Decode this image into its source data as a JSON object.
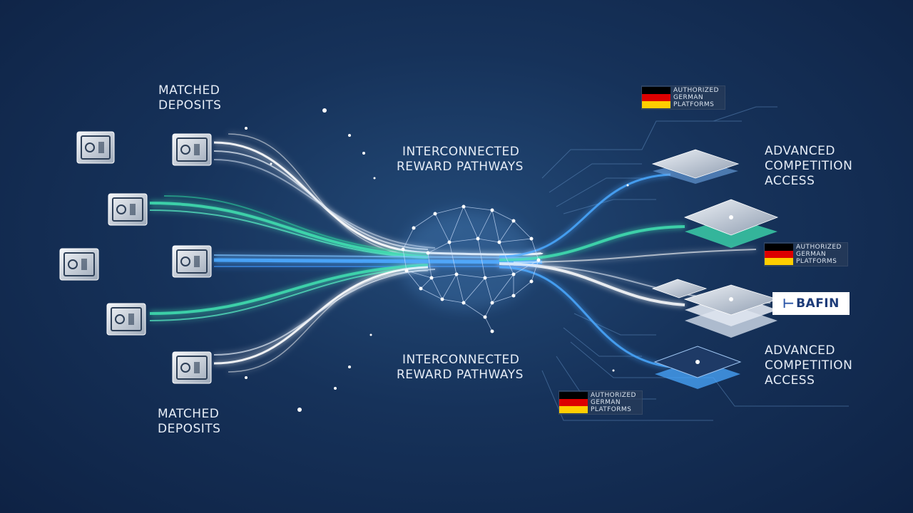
{
  "labels": {
    "matched_deposits_top": [
      "MATCHED",
      "DEPOSITS"
    ],
    "matched_deposits_bottom": [
      "MATCHED",
      "DEPOSITS"
    ],
    "pathways_top": [
      "INTERCONNECTED",
      "REWARD PATHWAYS"
    ],
    "pathways_bottom": [
      "INTERCONNECTED",
      "REWARD PATHWAYS"
    ],
    "competition_top": [
      "ADVANCED",
      "COMPETITION",
      "ACCESS"
    ],
    "competition_bottom": [
      "ADVANCED",
      "COMPETITION",
      "ACCESS"
    ]
  },
  "badges": {
    "top": [
      "AUTHORIZED",
      "GERMAN",
      "PLATFORMS"
    ],
    "middle": [
      "AUTHORIZED",
      "GERMAN",
      "PLATFORMS"
    ],
    "bottom": [
      "AUTHORIZED",
      "GERMAN",
      "PLATFORMS"
    ],
    "bafin": "BAFIN"
  },
  "icons": {
    "vault": "safe-icon",
    "brain": "neural-brain-icon",
    "platform": "stacked-platform-icon",
    "flag": "german-flag-icon"
  },
  "colors": {
    "background": "#16325a",
    "stream_white": "#ffffff",
    "stream_green": "#3fe0b0",
    "stream_blue": "#4aa8ff",
    "text": "#e6edf7"
  }
}
